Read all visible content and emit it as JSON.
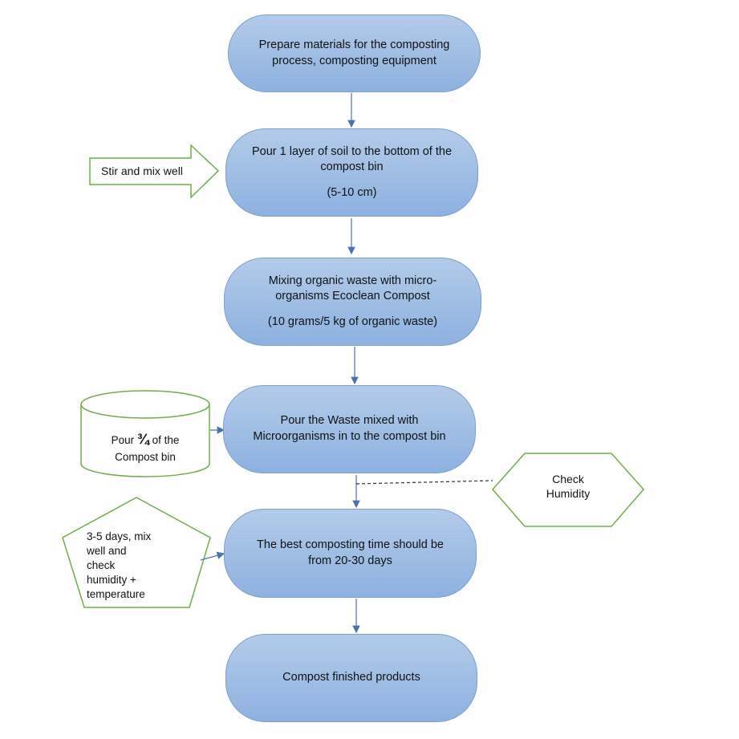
{
  "steps": [
    {
      "line1": "Prepare materials for the composting",
      "line2": "process, composting equipment",
      "sub": ""
    },
    {
      "line1": "Pour 1 layer of soil to the bottom of the",
      "line2": "compost bin",
      "sub": "(5-10 cm)"
    },
    {
      "line1": "Mixing organic waste with micro-",
      "line2": "organisms Ecoclean Compost",
      "sub": "(10 grams/5 kg of organic waste)"
    },
    {
      "line1": "Pour the Waste mixed with",
      "line2": "Microorganisms in to the compost bin",
      "sub": ""
    },
    {
      "line1": "The best composting time should be",
      "line2": "from 20-30 days",
      "sub": ""
    },
    {
      "line1": "Compost finished products",
      "line2": "",
      "sub": ""
    }
  ],
  "side_notes": {
    "arrow_note": "Stir and mix well",
    "cylinder_note": {
      "pre": "Pour ",
      "fraction": "¾",
      "post": " of the",
      "line2": "Compost bin"
    },
    "hexagon_note": {
      "line1": "Check",
      "line2": "Humidity"
    },
    "pentagon_note": [
      "3-5 days, mix",
      "well and",
      "check",
      "humidity +",
      "temperature"
    ]
  },
  "colors": {
    "step_fill_top": "#b3cbe9",
    "step_fill_bottom": "#8db1e0",
    "connector": "#4a72b0",
    "side_shape_stroke": "#70ad47"
  }
}
